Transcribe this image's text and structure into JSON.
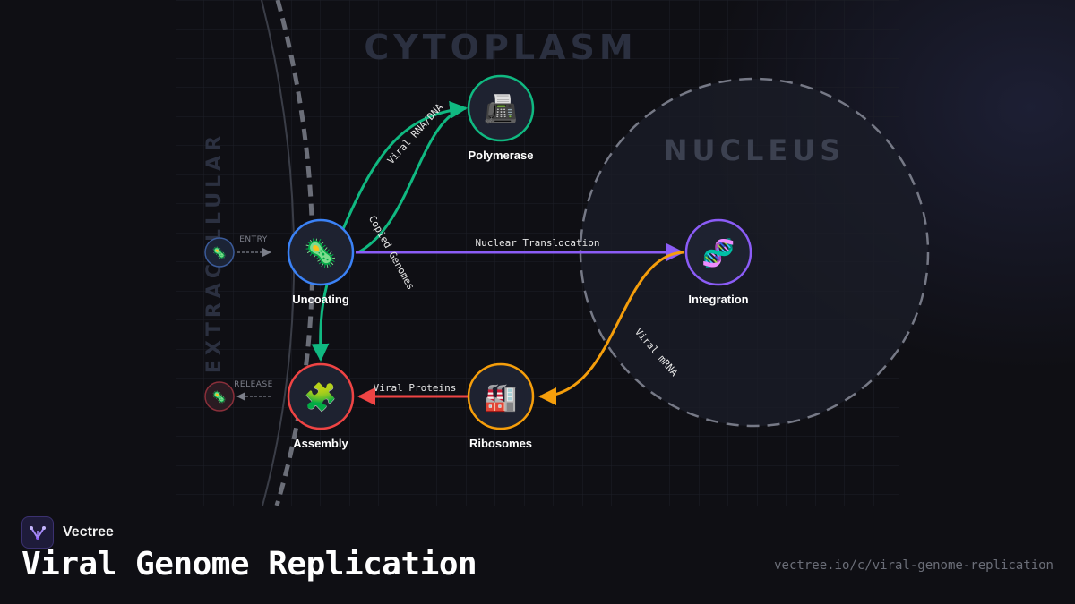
{
  "regions": {
    "cytoplasm": "CYTOPLASM",
    "nucleus": "NUCLEUS",
    "extracellular": "EXTRACELLULAR"
  },
  "nodes": {
    "polymerase": {
      "label": "Polymerase",
      "icon": "fax-machine-icon",
      "glyph": "📠",
      "color": "#10b981"
    },
    "uncoating": {
      "label": "Uncoating",
      "icon": "microbe-icon",
      "glyph": "🦠",
      "color": "#3b82f6"
    },
    "integration": {
      "label": "Integration",
      "icon": "dna-icon",
      "glyph": "🧬",
      "color": "#8b5cf6"
    },
    "assembly": {
      "label": "Assembly",
      "icon": "puzzle-piece-icon",
      "glyph": "🧩",
      "color": "#ef4444"
    },
    "ribosomes": {
      "label": "Ribosomes",
      "icon": "factory-icon",
      "glyph": "🏭",
      "color": "#f59e0b"
    }
  },
  "edges": {
    "viral_rna_dna": "Viral RNA/DNA",
    "copied_genomes": "Copied Genomes",
    "nuclear_translocation": "Nuclear Translocation",
    "viral_mrna": "Viral mRNA",
    "viral_proteins": "Viral Proteins"
  },
  "markers": {
    "entry": "ENTRY",
    "release": "RELEASE"
  },
  "colors": {
    "green": "#10b981",
    "blue": "#3b82f6",
    "purple": "#8b5cf6",
    "red": "#ef4444",
    "orange": "#f59e0b",
    "background": "#0f0f14"
  },
  "footer": {
    "brand": "Vectree",
    "title": "Viral Genome Replication",
    "url": "vectree.io/c/viral-genome-replication"
  }
}
